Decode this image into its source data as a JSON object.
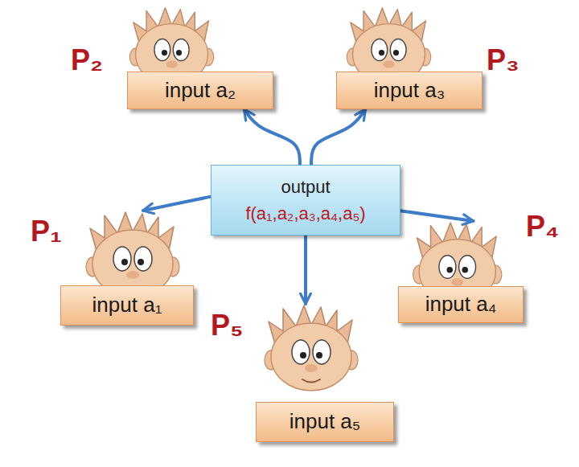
{
  "diagram": {
    "nodes": [
      {
        "text": [
          "P₂",
          "input a₂"
        ]
      },
      {
        "text": [
          "P₃",
          "input a₃"
        ]
      },
      {
        "text": [
          "output",
          "f(a₁,a₂,a₃,a₄,a₅)"
        ]
      },
      {
        "text": [
          "P₁",
          "input a₁"
        ]
      },
      {
        "text": [
          "P₄",
          "input a₄"
        ]
      },
      {
        "text": [
          "P₅",
          "input a₅"
        ]
      }
    ],
    "edges": [
      {
        "from": 2,
        "to": 0,
        "arrow": "to"
      },
      {
        "from": 2,
        "to": 1,
        "arrow": "to"
      },
      {
        "from": 2,
        "to": 3,
        "arrow": "to"
      },
      {
        "from": 2,
        "to": 4,
        "arrow": "to"
      },
      {
        "from": 2,
        "to": 5,
        "arrow": "to"
      }
    ]
  }
}
